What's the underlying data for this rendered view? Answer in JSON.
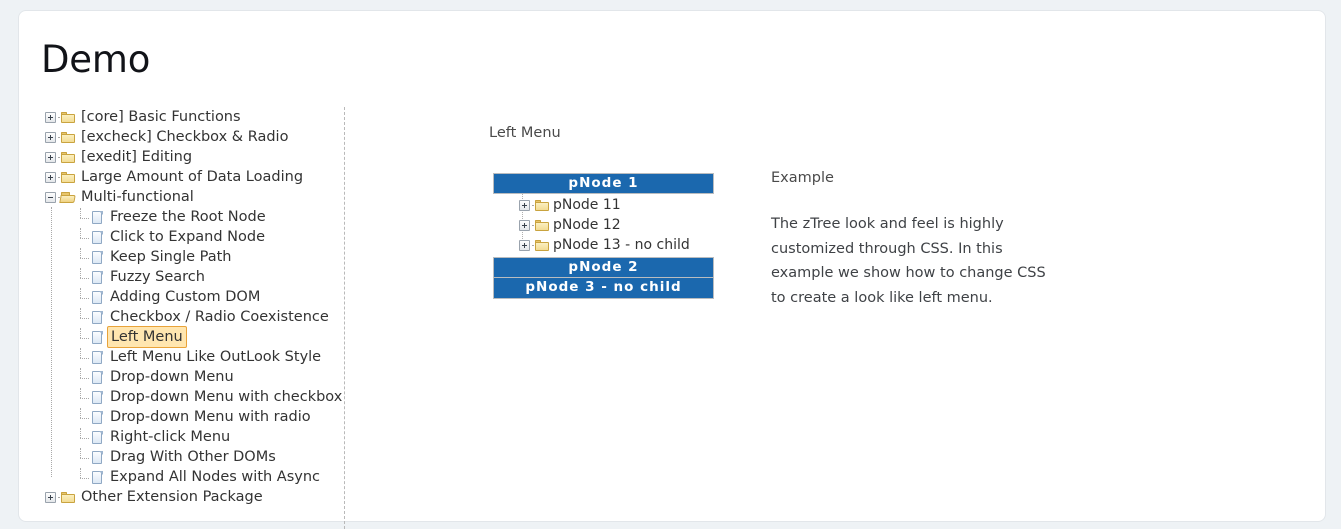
{
  "page": {
    "title": "Demo"
  },
  "sidebar": {
    "nodes": [
      {
        "label": "[core] Basic Functions",
        "icon": "folder-closed-icon",
        "switch": "plus",
        "level": 0
      },
      {
        "label": "[excheck] Checkbox & Radio",
        "icon": "folder-closed-icon",
        "switch": "plus",
        "level": 0
      },
      {
        "label": "[exedit] Editing",
        "icon": "folder-closed-icon",
        "switch": "plus",
        "level": 0
      },
      {
        "label": "Large Amount of Data Loading",
        "icon": "folder-closed-icon",
        "switch": "plus",
        "level": 0
      },
      {
        "label": "Multi-functional",
        "icon": "folder-open-icon",
        "switch": "minus",
        "level": 0
      },
      {
        "label": "Freeze the Root Node",
        "icon": "file-icon",
        "switch": "none",
        "level": 1
      },
      {
        "label": "Click to Expand Node",
        "icon": "file-icon",
        "switch": "none",
        "level": 1
      },
      {
        "label": "Keep Single Path",
        "icon": "file-icon",
        "switch": "none",
        "level": 1
      },
      {
        "label": "Fuzzy Search",
        "icon": "file-icon",
        "switch": "none",
        "level": 1
      },
      {
        "label": "Adding Custom DOM",
        "icon": "file-icon",
        "switch": "none",
        "level": 1
      },
      {
        "label": "Checkbox / Radio Coexistence",
        "icon": "file-icon",
        "switch": "none",
        "level": 1
      },
      {
        "label": "Left Menu",
        "icon": "file-icon",
        "switch": "none",
        "level": 1,
        "selected": true
      },
      {
        "label": "Left Menu Like OutLook Style",
        "icon": "file-icon",
        "switch": "none",
        "level": 1
      },
      {
        "label": "Drop-down Menu",
        "icon": "file-icon",
        "switch": "none",
        "level": 1
      },
      {
        "label": "Drop-down Menu with checkbox",
        "icon": "file-icon",
        "switch": "none",
        "level": 1
      },
      {
        "label": "Drop-down Menu with radio",
        "icon": "file-icon",
        "switch": "none",
        "level": 1
      },
      {
        "label": "Right-click Menu",
        "icon": "file-icon",
        "switch": "none",
        "level": 1
      },
      {
        "label": "Drag With Other DOMs",
        "icon": "file-icon",
        "switch": "none",
        "level": 1
      },
      {
        "label": "Expand All Nodes with Async",
        "icon": "file-icon",
        "switch": "none",
        "level": 1
      },
      {
        "label": "Other Extension Package",
        "icon": "folder-closed-icon",
        "switch": "plus",
        "level": 0
      }
    ]
  },
  "center": {
    "heading": "Left Menu",
    "menu": {
      "parent_1": "pNode 1",
      "children": [
        {
          "label": "pNode 11",
          "icon": "folder-closed-icon",
          "switch": "plus"
        },
        {
          "label": "pNode 12",
          "icon": "folder-closed-icon",
          "switch": "plus"
        },
        {
          "label": "pNode 13 - no child",
          "icon": "folder-closed-icon",
          "switch": "plus"
        }
      ],
      "parent_2": "pNode 2",
      "parent_3": "pNode 3 - no child"
    }
  },
  "right": {
    "heading": "Example",
    "body": "The zTree look and feel is highly customized through CSS. In this example we show how to change CSS to create a look like left menu."
  },
  "colors": {
    "menu_blue": "#1B68AE",
    "selected_bg": "#FFE6B0",
    "selected_border": "#E9A33A",
    "folder_yellow": "#F3DC94",
    "page_bg": "#eef2f5"
  }
}
